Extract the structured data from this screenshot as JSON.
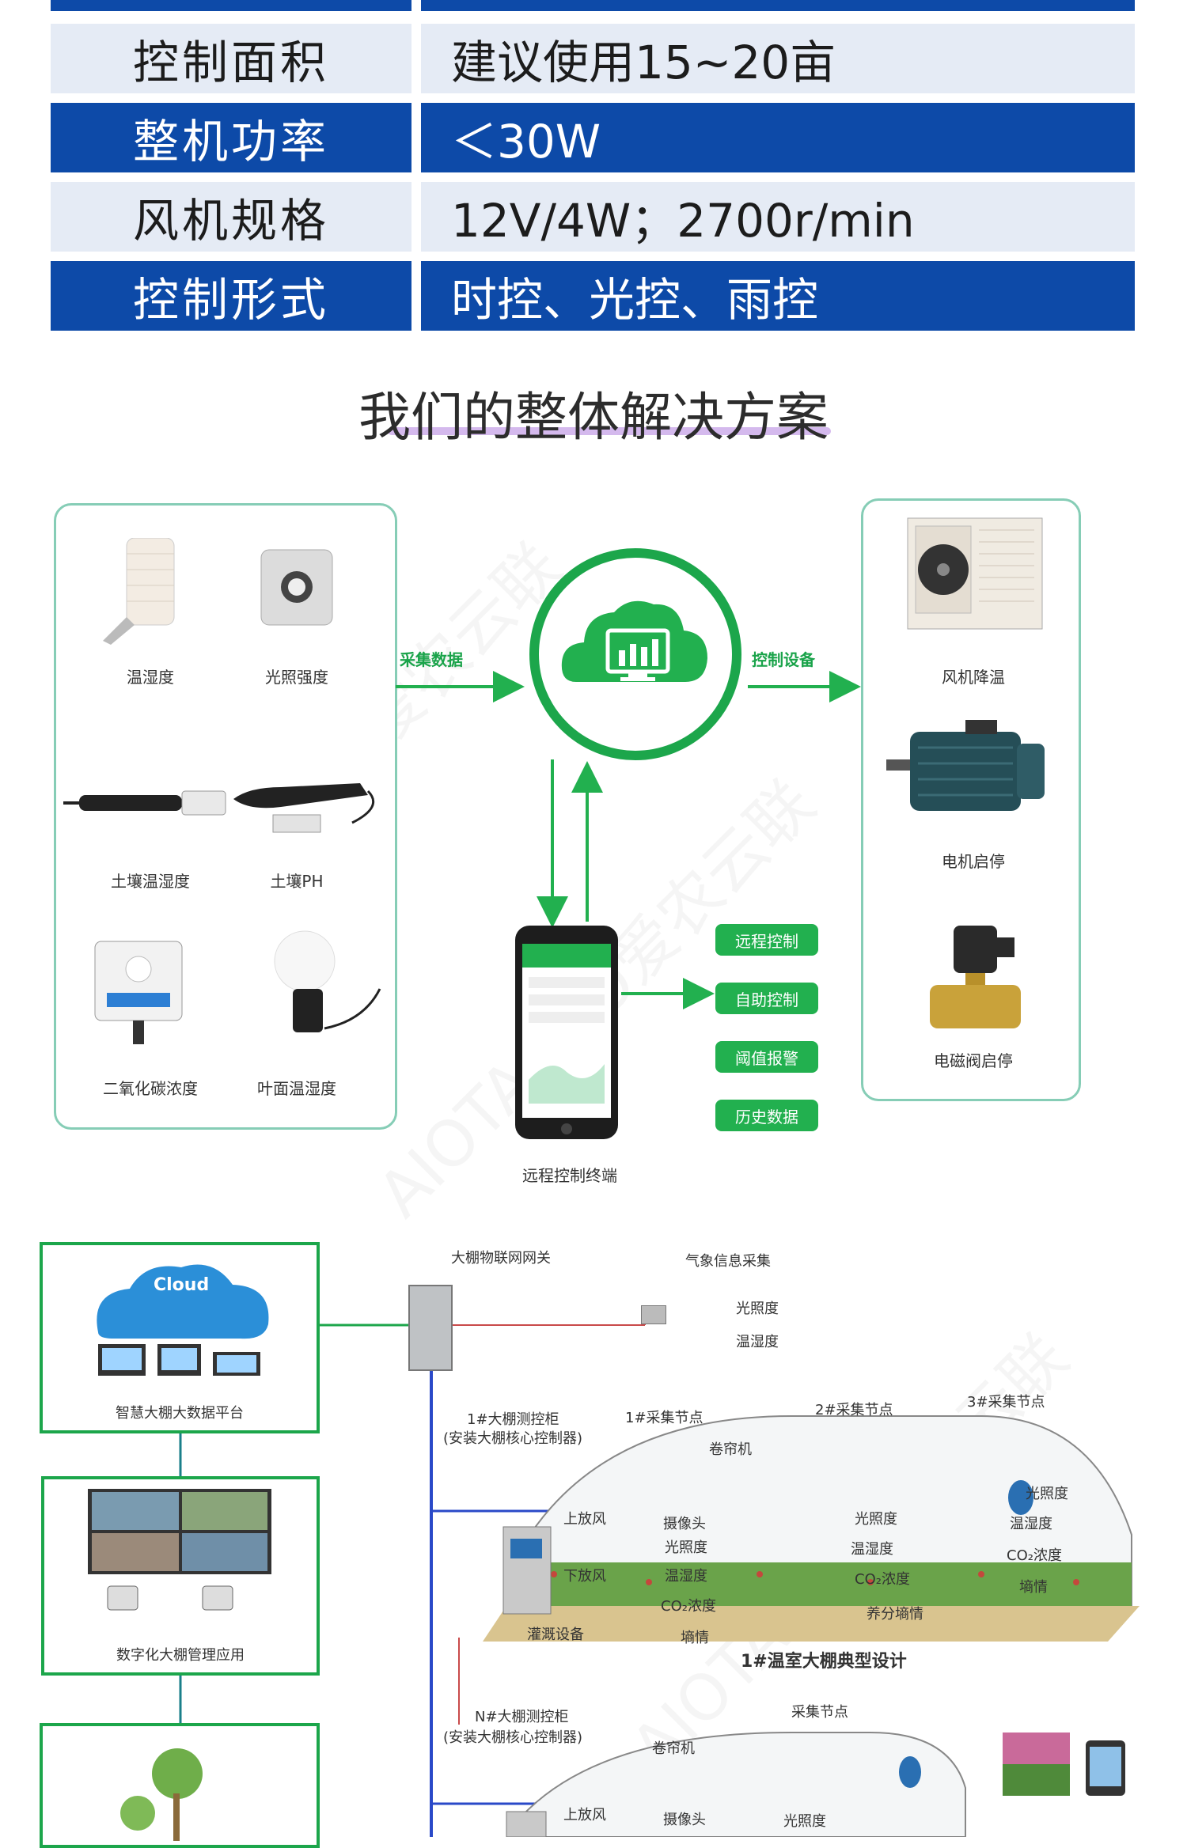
{
  "spec_table": {
    "rows": [
      {
        "label": "控制面积",
        "value": "建议使用15~20亩"
      },
      {
        "label": "整机功率",
        "value": "＜30W"
      },
      {
        "label": "风机规格",
        "value": "12V/4W；2700r/min"
      },
      {
        "label": "控制形式",
        "value": "时控、光控、雨控"
      }
    ]
  },
  "solution": {
    "title": "我们的整体解决方案",
    "sensors": [
      "温湿度",
      "光照强度",
      "土壤温湿度",
      "土壤PH",
      "二氧化碳浓度",
      "叶面温湿度"
    ],
    "collect_label": "采集数据",
    "control_label": "控制设备",
    "devices": [
      "风机降温",
      "电机启停",
      "电磁阀启停"
    ],
    "terminal_label": "远程控制终端",
    "functions": [
      "远程控制",
      "自助控制",
      "阈值报警",
      "历史数据"
    ]
  },
  "greenhouse": {
    "cloud_label": "Cloud",
    "platform_label": "智慧大棚大数据平台",
    "management_label": "数字化大棚管理应用",
    "gateway_label": "大棚物联网网关",
    "weather_label": "气象信息采集",
    "weather_items": [
      "光照度",
      "温湿度"
    ],
    "controller1_label": "1#大棚测控柜",
    "controller1_sub": "(安装大棚核心控制器)",
    "node1": "1#采集节点",
    "node2": "2#采集节点",
    "node3": "3#采集节点",
    "curtain": "卷帘机",
    "top_vent": "上放风",
    "bottom_vent": "下放风",
    "camera": "摄像头",
    "sensor_labels": [
      "光照度",
      "温湿度",
      "CO₂浓度",
      "光照度",
      "温湿度",
      "CO₂浓度",
      "养分墒情",
      "墒情",
      "光照度",
      "温湿度",
      "CO₂浓度",
      "墒情"
    ],
    "irrigation": "灌溉设备",
    "moisture": "墒情",
    "design_label": "1#温室大棚典型设计",
    "controllerN_label": "N#大棚测控柜",
    "controllerN_sub": "(安装大棚核心控制器)",
    "nodeN": "采集节点",
    "curtainN": "卷帘机",
    "top_ventN": "上放风",
    "cameraN": "摄像头",
    "lightN": "光照度"
  },
  "colors": {
    "primary_blue": "#0d4aa8",
    "light_row": "#e5ebf5",
    "green": "#22b04f",
    "panel_border": "#86cdb6"
  }
}
